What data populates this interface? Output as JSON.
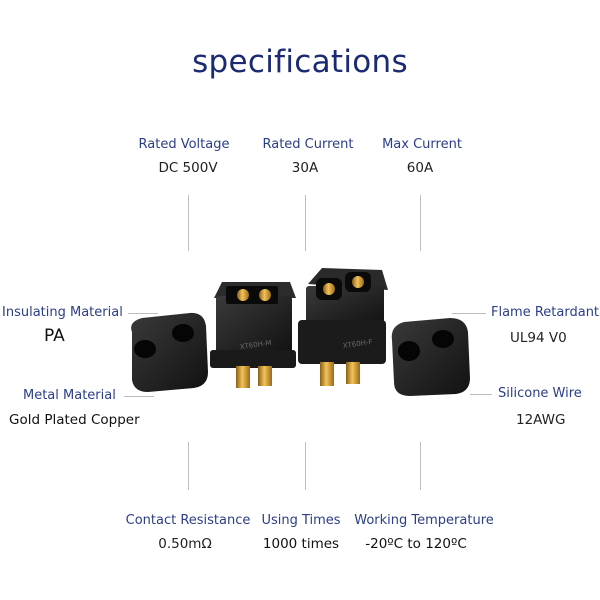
{
  "title": "specifications",
  "specs": {
    "rated_voltage": {
      "label": "Rated Voltage",
      "value": "DC 500V"
    },
    "rated_current": {
      "label": "Rated Current",
      "value": "30A"
    },
    "max_current": {
      "label": "Max Current",
      "value": "60A"
    },
    "insulating_material": {
      "label": "Insulating Material",
      "value": "PA"
    },
    "flame_retardant": {
      "label": "Flame Retardant",
      "value": "UL94 V0"
    },
    "metal_material": {
      "label": "Metal Material",
      "value": "Gold Plated Copper"
    },
    "silicone_wire": {
      "label": "Silicone Wire",
      "value": "12AWG"
    },
    "contact_resistance": {
      "label": "Contact Resistance",
      "value": "0.50mΩ"
    },
    "using_times": {
      "label": "Using Times",
      "value": "1000 times"
    },
    "working_temperature": {
      "label": "Working Temperature",
      "value": "-20ºC to 120ºC"
    }
  },
  "product_marking": {
    "left": "XT60H-M",
    "right": "XT60H-F"
  },
  "colors": {
    "title": "#1b2a72",
    "label": "#2c3e86",
    "housing": "#1e1e1e",
    "gold": "#c9972c"
  }
}
